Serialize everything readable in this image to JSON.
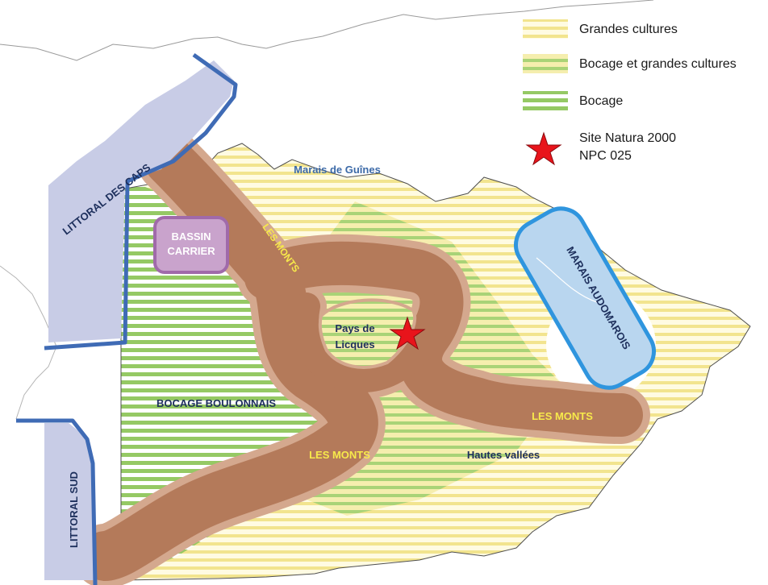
{
  "map": {
    "labels": {
      "littoral_caps": "LITTORAL DES CAPS",
      "littoral_sud": "LITTORAL SUD",
      "bassin_line1": "BASSIN",
      "bassin_line2": "CARRIER",
      "bocage_boulonnais": "BOCAGE BOULONNAIS",
      "marais_guines": "Marais de Guînes",
      "marais_audomarois": "MARAIS AUDOMAROIS",
      "les_monts_north": "LES MONTS",
      "les_monts_south": "LES MONTS",
      "les_monts_east": "LES MONTS",
      "pays_line1": "Pays de",
      "pays_line2": "Licques",
      "hautes_vallees": "Hautes vallées"
    }
  },
  "legend": {
    "items": [
      {
        "label": "Grandes cultures",
        "pattern": "grandes-cultures"
      },
      {
        "label": "Bocage et grandes cultures",
        "pattern": "bocage-grandes-cultures"
      },
      {
        "label": "Bocage",
        "pattern": "bocage"
      }
    ],
    "site_line1": "Site Natura 2000",
    "site_line2": "NPC 025"
  },
  "colors": {
    "monts": "#b47a5a",
    "monts_halo": "#d4a88e",
    "littoral_fill": "#c8cce6",
    "littoral_border": "#3f6bb5",
    "marais_fill": "#b9d6ef",
    "marais_border": "#2f95de",
    "bassin_fill": "#c9a3cc",
    "bassin_border": "#a06aaa",
    "stripe_yellow": "#f2e48e",
    "stripe_green": "#9ccc6a",
    "star": "#e8141b",
    "label_yellow": "#f7e94b",
    "label_navy": "#1d2f5c",
    "label_blue": "#3c6aa8"
  }
}
